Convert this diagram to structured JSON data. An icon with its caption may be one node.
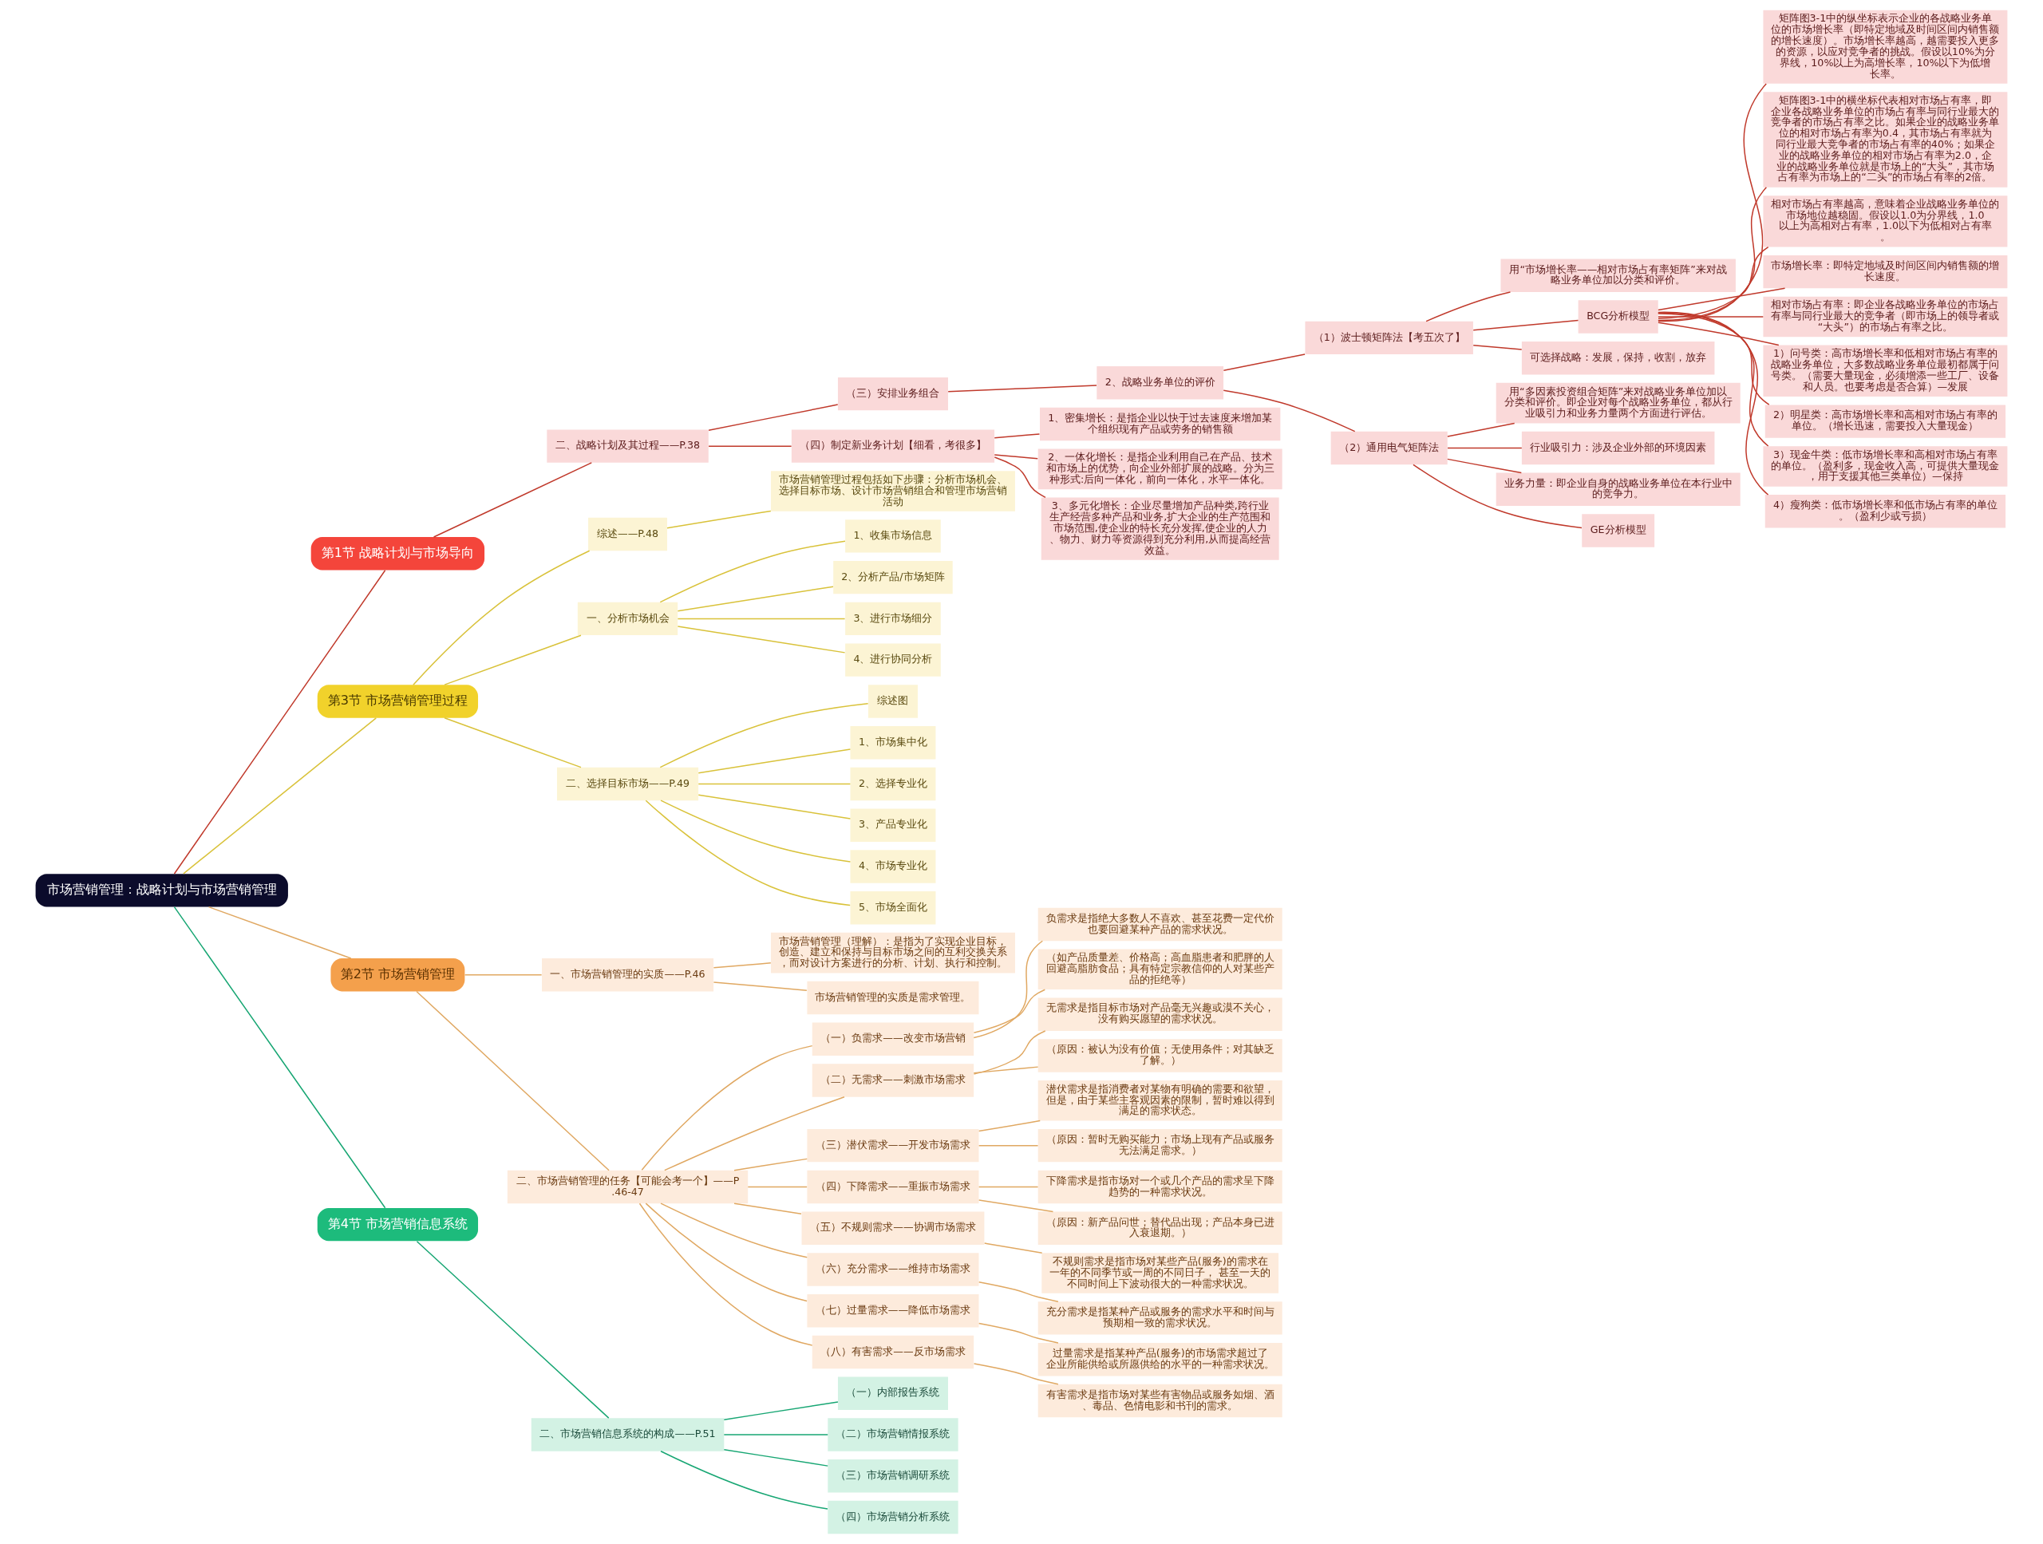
{
  "diagram": {
    "nodes": [
      {
        "text": [
          "市场营销管理：战略计划与市场营销管理"
        ]
      },
      {
        "text": [
          "第1节 战略计划与市场导向"
        ]
      },
      {
        "text": [
          "二、战略计划及其过程——P.38"
        ]
      },
      {
        "text": [
          "（三）安排业务组合"
        ]
      },
      {
        "text": [
          "2、战略业务单位的评价"
        ]
      },
      {
        "text": [
          "（1）波士顿矩阵法【考五次了】"
        ]
      },
      {
        "text": [
          "用“市场增长率——相对市场占有率矩阵”来对战略业务单位加以分类和评价。"
        ]
      },
      {
        "text": [
          "BCG分析模型"
        ]
      },
      {
        "text": [
          "矩阵图3-1中的纵坐标表示企业的各战略业务单位的市场增长率（即特定地域及时间区间内销售额的增长速度）。市场增长率越高，越需要投入更多的资源，以应对竞争者的挑战。假设以10%为分界线，10%以上为高增长率，10%以下为低增长率。"
        ]
      },
      {
        "text": [
          "矩阵图3-1中的横坐标代表相对市场占有率，即企业各战略业务单位的市场占有率与同行业最大的竞争者的市场占有率之比。如果企业的战略业务单位的相对市场占有率为0.4，其市场占有率就为同行业最大竞争者的市场占有率的40%；如果企业的战略业务单位的相对市场占有率为2.0，企业的战略业务单位就是市场上的“大头”，其市场占有率为市场上的“二头”的市场占有率的2倍。"
        ]
      },
      {
        "text": [
          "相对市场占有率越高，意味着企业战略业务单位的市场地位越稳固。假设以1.0为分界线，1.0以上为高相对占有率，1.0以下为低相对占有率。"
        ]
      },
      {
        "text": [
          "市场增长率：即特定地域及时间区间内销售额的增长速度。"
        ]
      },
      {
        "text": [
          "相对市场占有率：即企业各战略业务单位的市场占有率与同行业最大的竞争者（即市场上的领导者或“大头”）的市场占有率之比。"
        ]
      },
      {
        "text": [
          "1）问号类：高市场增长率和低相对市场占有率的战略业务单位，大多数战略业务单位最初都属于问号类。（需要大量现金，必须增添一些工厂、设备和人员。也要考虑是否合算）—发展"
        ]
      },
      {
        "text": [
          "2）明星类：高市场增长率和高相对市场占有率的单位。（增长迅速，需要投入大量现金）"
        ]
      },
      {
        "text": [
          "3）现金牛类：低市场增长率和高相对市场占有率的单位。（盈利多，现金收入高，可提供大量现金，用于支援其他三类单位）—保持"
        ]
      },
      {
        "text": [
          "4）瘦狗类：低市场增长率和低市场占有率的单位。（盈利少或亏损）"
        ]
      },
      {
        "text": [
          "可选择战略：发展，保持，收割，放弃"
        ]
      },
      {
        "text": [
          "（2）通用电气矩阵法"
        ]
      },
      {
        "text": [
          "用“多因素投资组合矩阵”来对战略业务单位加以分类和评价。即企业对每个战略业务单位，都从行业吸引力和业务力量两个方面进行评估。"
        ]
      },
      {
        "text": [
          "行业吸引力：涉及企业外部的环境因素"
        ]
      },
      {
        "text": [
          "业务力量：即企业自身的战略业务单位在本行业中的竞争力。"
        ]
      },
      {
        "text": [
          "GE分析模型"
        ]
      },
      {
        "text": [
          "（四）制定新业务计划【细看，考很多】"
        ]
      },
      {
        "text": [
          "1、密集增长：是指企业以快于过去速度来增加某个组织现有产品或劳务的销售额"
        ]
      },
      {
        "text": [
          "2、一体化增长：是指企业利用自己在产品、技术和市场上的优势，向企业外部扩展的战略。分为三种形式:后向一体化，前向一体化，水平一体化。"
        ]
      },
      {
        "text": [
          "3、多元化增长：企业尽量增加产品种类,跨行业生产经营多种产品和业务,扩大企业的生产范围和市场范围,使企业的特长充分发挥,使企业的人力、物力、财力等资源得到充分利用,从而提高经营效益。"
        ]
      },
      {
        "text": [
          "第3节 市场营销管理过程"
        ]
      },
      {
        "text": [
          "综述——P.48"
        ]
      },
      {
        "text": [
          "市场营销管理过程包括如下步骤：分析市场机会、选择目标市场、设计市场营销组合和管理市场营销活动"
        ]
      },
      {
        "text": [
          "一、分析市场机会"
        ]
      },
      {
        "text": [
          "1、收集市场信息"
        ]
      },
      {
        "text": [
          "2、分析产品/市场矩阵"
        ]
      },
      {
        "text": [
          "3、进行市场细分"
        ]
      },
      {
        "text": [
          "4、进行协同分析"
        ]
      },
      {
        "text": [
          "二、选择目标市场——P.49"
        ]
      },
      {
        "text": [
          "综述图"
        ]
      },
      {
        "text": [
          "1、市场集中化"
        ]
      },
      {
        "text": [
          "2、选择专业化"
        ]
      },
      {
        "text": [
          "3、产品专业化"
        ]
      },
      {
        "text": [
          "4、市场专业化"
        ]
      },
      {
        "text": [
          "5、市场全面化"
        ]
      },
      {
        "text": [
          "第2节 市场营销管理"
        ]
      },
      {
        "text": [
          "一、市场营销管理的实质——P.46"
        ]
      },
      {
        "text": [
          "市场营销管理（理解）：是指为了实现企业目标，创造、建立和保持与目标市场之间的互利交换关系，而对设计方案进行的分析、计划、执行和控制。"
        ]
      },
      {
        "text": [
          "市场营销管理的实质是需求管理。"
        ]
      },
      {
        "text": [
          "二、市场营销管理的任务【可能会考一个】——P.46-47"
        ]
      },
      {
        "text": [
          "（一）负需求——改变市场营销"
        ]
      },
      {
        "text": [
          "负需求是指绝大多数人不喜欢、甚至花费一定代价也要回避某种产品的需求状况。"
        ]
      },
      {
        "text": [
          "（如产品质量差、价格高；高血脂患者和肥胖的人回避高脂肪食品；具有特定宗教信仰的人对某些产品的拒绝等）"
        ]
      },
      {
        "text": [
          "（二）无需求——刺激市场需求"
        ]
      },
      {
        "text": [
          "无需求是指目标市场对产品毫无兴趣或漠不关心，没有购买愿望的需求状况。"
        ]
      },
      {
        "text": [
          "（原因：被认为没有价值；无使用条件；对其缺乏了解。）"
        ]
      },
      {
        "text": [
          "（三）潜伏需求——开发市场需求"
        ]
      },
      {
        "text": [
          "潜伏需求是指消费者对某物有明确的需要和欲望，但是，由于某些主客观因素的限制，暂时难以得到满足的需求状态。"
        ]
      },
      {
        "text": [
          "（原因：暂时无购买能力；市场上现有产品或服务无法满足需求。）"
        ]
      },
      {
        "text": [
          "（四）下降需求——重振市场需求"
        ]
      },
      {
        "text": [
          "下降需求是指市场对一个或几个产品的需求呈下降趋势的一种需求状况。"
        ]
      },
      {
        "text": [
          "（原因：新产品问世；替代品出现；产品本身已进入衰退期。）"
        ]
      },
      {
        "text": [
          "（五）不规则需求——协调市场需求"
        ]
      },
      {
        "text": [
          "不规则需求是指市场对某些产品(服务)的需求在一年的不同季节或一周的不同日子， 甚至一天的不同时间上下波动很大的一种需求状况。"
        ]
      },
      {
        "text": [
          "（六）充分需求——维持市场需求"
        ]
      },
      {
        "text": [
          "充分需求是指某种产品或服务的需求水平和时间与预期相一致的需求状况。"
        ]
      },
      {
        "text": [
          "（七）过量需求——降低市场需求"
        ]
      },
      {
        "text": [
          "过量需求是指某种产品(服务)的市场需求超过了企业所能供给或所愿供给的水平的一种需求状况。"
        ]
      },
      {
        "text": [
          "（八）有害需求——反市场需求"
        ]
      },
      {
        "text": [
          "有害需求是指市场对某些有害物品或服务如烟、酒、毒品、色情电影和书刊的需求。"
        ]
      },
      {
        "text": [
          "第4节 市场营销信息系统"
        ]
      },
      {
        "text": [
          "二、市场营销信息系统的构成——P.51"
        ]
      },
      {
        "text": [
          "（一）内部报告系统"
        ]
      },
      {
        "text": [
          "（二）市场营销情报系统"
        ]
      },
      {
        "text": [
          "（三）市场营销调研系统"
        ]
      },
      {
        "text": [
          "（四）市场营销分析系统"
        ]
      }
    ],
    "edges": [
      {
        "from": 0,
        "to": 1,
        "arrow": "none",
        "color": "#c0392b"
      },
      {
        "from": 1,
        "to": 2,
        "arrow": "none",
        "color": "#c0392b"
      },
      {
        "from": 2,
        "to": 3,
        "arrow": "none",
        "color": "#c0392b"
      },
      {
        "from": 3,
        "to": 4,
        "arrow": "none",
        "color": "#c0392b"
      },
      {
        "from": 4,
        "to": 5,
        "arrow": "none",
        "color": "#c0392b"
      },
      {
        "from": 5,
        "to": 6,
        "arrow": "none",
        "color": "#c0392b"
      },
      {
        "from": 5,
        "to": 7,
        "arrow": "none",
        "color": "#c0392b"
      },
      {
        "from": 7,
        "to": 8,
        "arrow": "none",
        "color": "#c0392b"
      },
      {
        "from": 7,
        "to": 9,
        "arrow": "none",
        "color": "#c0392b"
      },
      {
        "from": 7,
        "to": 10,
        "arrow": "none",
        "color": "#c0392b"
      },
      {
        "from": 7,
        "to": 11,
        "arrow": "none",
        "color": "#c0392b"
      },
      {
        "from": 7,
        "to": 12,
        "arrow": "none",
        "color": "#c0392b"
      },
      {
        "from": 7,
        "to": 13,
        "arrow": "none",
        "color": "#c0392b"
      },
      {
        "from": 7,
        "to": 14,
        "arrow": "none",
        "color": "#c0392b"
      },
      {
        "from": 7,
        "to": 15,
        "arrow": "none",
        "color": "#c0392b"
      },
      {
        "from": 7,
        "to": 16,
        "arrow": "none",
        "color": "#c0392b"
      },
      {
        "from": 5,
        "to": 17,
        "arrow": "none",
        "color": "#c0392b"
      },
      {
        "from": 4,
        "to": 18,
        "arrow": "none",
        "color": "#c0392b"
      },
      {
        "from": 18,
        "to": 19,
        "arrow": "none",
        "color": "#c0392b"
      },
      {
        "from": 18,
        "to": 20,
        "arrow": "none",
        "color": "#c0392b"
      },
      {
        "from": 18,
        "to": 21,
        "arrow": "none",
        "color": "#c0392b"
      },
      {
        "from": 18,
        "to": 22,
        "arrow": "none",
        "color": "#c0392b"
      },
      {
        "from": 2,
        "to": 23,
        "arrow": "none",
        "color": "#c0392b"
      },
      {
        "from": 23,
        "to": 24,
        "arrow": "none",
        "color": "#c0392b"
      },
      {
        "from": 23,
        "to": 25,
        "arrow": "none",
        "color": "#c0392b"
      },
      {
        "from": 23,
        "to": 26,
        "arrow": "none",
        "color": "#c0392b"
      },
      {
        "from": 0,
        "to": 27,
        "arrow": "none",
        "color": "#d9c23a"
      },
      {
        "from": 27,
        "to": 28,
        "arrow": "none",
        "color": "#d9c23a"
      },
      {
        "from": 28,
        "to": 29,
        "arrow": "none",
        "color": "#d9c23a"
      },
      {
        "from": 27,
        "to": 30,
        "arrow": "none",
        "color": "#d9c23a"
      },
      {
        "from": 30,
        "to": 31,
        "arrow": "none",
        "color": "#d9c23a"
      },
      {
        "from": 30,
        "to": 32,
        "arrow": "none",
        "color": "#d9c23a"
      },
      {
        "from": 30,
        "to": 33,
        "arrow": "none",
        "color": "#d9c23a"
      },
      {
        "from": 30,
        "to": 34,
        "arrow": "none",
        "color": "#d9c23a"
      },
      {
        "from": 27,
        "to": 35,
        "arrow": "none",
        "color": "#d9c23a"
      },
      {
        "from": 35,
        "to": 36,
        "arrow": "none",
        "color": "#d9c23a"
      },
      {
        "from": 35,
        "to": 37,
        "arrow": "none",
        "color": "#d9c23a"
      },
      {
        "from": 35,
        "to": 38,
        "arrow": "none",
        "color": "#d9c23a"
      },
      {
        "from": 35,
        "to": 39,
        "arrow": "none",
        "color": "#d9c23a"
      },
      {
        "from": 35,
        "to": 40,
        "arrow": "none",
        "color": "#d9c23a"
      },
      {
        "from": 35,
        "to": 41,
        "arrow": "none",
        "color": "#d9c23a"
      },
      {
        "from": 0,
        "to": 42,
        "arrow": "none",
        "color": "#e0a862"
      },
      {
        "from": 42,
        "to": 43,
        "arrow": "none",
        "color": "#e0a862"
      },
      {
        "from": 43,
        "to": 44,
        "arrow": "none",
        "color": "#e0a862"
      },
      {
        "from": 43,
        "to": 45,
        "arrow": "none",
        "color": "#e0a862"
      },
      {
        "from": 42,
        "to": 46,
        "arrow": "none",
        "color": "#e0a862"
      },
      {
        "from": 46,
        "to": 47,
        "arrow": "none",
        "color": "#e0a862"
      },
      {
        "from": 47,
        "to": 48,
        "arrow": "none",
        "color": "#e0a862"
      },
      {
        "from": 47,
        "to": 49,
        "arrow": "none",
        "color": "#e0a862"
      },
      {
        "from": 46,
        "to": 50,
        "arrow": "none",
        "color": "#e0a862"
      },
      {
        "from": 50,
        "to": 51,
        "arrow": "none",
        "color": "#e0a862"
      },
      {
        "from": 50,
        "to": 52,
        "arrow": "none",
        "color": "#e0a862"
      },
      {
        "from": 46,
        "to": 53,
        "arrow": "none",
        "color": "#e0a862"
      },
      {
        "from": 53,
        "to": 54,
        "arrow": "none",
        "color": "#e0a862"
      },
      {
        "from": 53,
        "to": 55,
        "arrow": "none",
        "color": "#e0a862"
      },
      {
        "from": 46,
        "to": 56,
        "arrow": "none",
        "color": "#e0a862"
      },
      {
        "from": 56,
        "to": 57,
        "arrow": "none",
        "color": "#e0a862"
      },
      {
        "from": 56,
        "to": 58,
        "arrow": "none",
        "color": "#e0a862"
      },
      {
        "from": 46,
        "to": 59,
        "arrow": "none",
        "color": "#e0a862"
      },
      {
        "from": 59,
        "to": 60,
        "arrow": "none",
        "color": "#e0a862"
      },
      {
        "from": 46,
        "to": 61,
        "arrow": "none",
        "color": "#e0a862"
      },
      {
        "from": 61,
        "to": 62,
        "arrow": "none",
        "color": "#e0a862"
      },
      {
        "from": 46,
        "to": 63,
        "arrow": "none",
        "color": "#e0a862"
      },
      {
        "from": 63,
        "to": 64,
        "arrow": "none",
        "color": "#e0a862"
      },
      {
        "from": 46,
        "to": 65,
        "arrow": "none",
        "color": "#e0a862"
      },
      {
        "from": 65,
        "to": 66,
        "arrow": "none",
        "color": "#e0a862"
      },
      {
        "from": 0,
        "to": 67,
        "arrow": "none",
        "color": "#17a673"
      },
      {
        "from": 67,
        "to": 68,
        "arrow": "none",
        "color": "#17a673"
      },
      {
        "from": 68,
        "to": 69,
        "arrow": "none",
        "color": "#17a673"
      },
      {
        "from": 68,
        "to": 70,
        "arrow": "none",
        "color": "#17a673"
      },
      {
        "from": 68,
        "to": 71,
        "arrow": "none",
        "color": "#17a673"
      },
      {
        "from": 68,
        "to": 72,
        "arrow": "none",
        "color": "#17a673"
      }
    ]
  }
}
